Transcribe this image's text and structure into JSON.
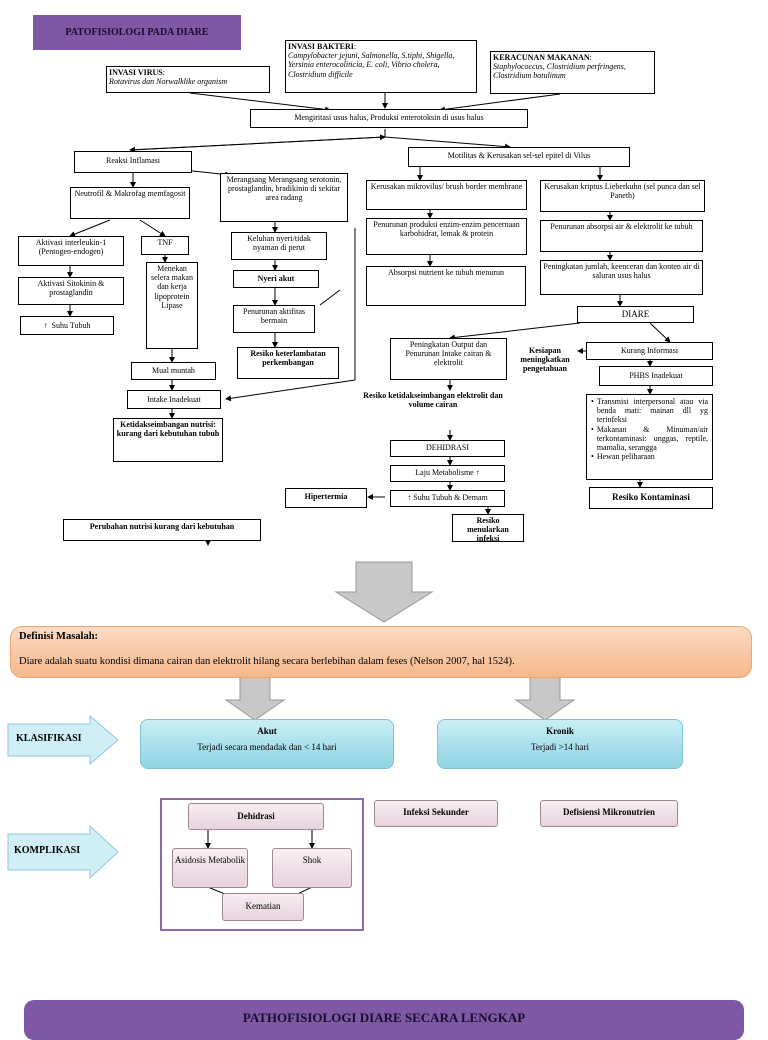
{
  "title": "PATOFISIOLOGI PADA DIARE",
  "causes": {
    "virus_title": "INVASI VIRUS",
    "virus_text": "Rotavirus dan Norwalklike organism",
    "bacteria_title": "INVASI BAKTERI",
    "bacteria_text": "Campylobacter jejuni, Salmonella, S.tiphi, Shigella, Yersinia enterocoliticia, E. coli, Vibrio cholera, Clostridium difficile",
    "poison_title": "KERACUNAN MAKANAN",
    "poison_text": "Staphylococcus, Clostridium perfringens, Clostridium botulinum"
  },
  "flow": {
    "iritasi": "Mengiritasi usus halus, Produksi enterotoksin di usus halus",
    "reaksi": "Reaksi Inflamasi",
    "motilitas": "Motilitas & Kerusakan sel-sel epitel di Vilus",
    "neutrofil": "Neutrofil & Makrofag memfagosit",
    "merangsang": "Merangsang Merangsang serotonin, prostaglandin, bradikinin di sekitar area radang",
    "aktivasi_il": "Aktivasi interleukin-1 (Pentogen-endogen)",
    "tnf": "TNF",
    "aktivasi_sit": "Aktivasi Sitokinin & prostaglandin",
    "suhu": "Suhu Tubuh",
    "menekan": "Menekan selera makan dan kerja lipoprotein Lipase",
    "keluhan": "Keluhan nyeri/tidak nyaman di perut",
    "nyeri": "Nyeri akut",
    "penurunan_aktifitas": "Penurunan aktifitas bermain",
    "resiko_terlambat": "Resiko keterlambatan perkembangan",
    "mual": "Mual muntah",
    "intake": "Intake Inadekuat",
    "ketidakseimbangan_nutrisi": "Ketidakseimbangan nutrisi: kurang dari kebutuhan tubuh",
    "perubahan_nutrisi": "Perubahan nutrisi kurang dari kebutuhan",
    "kerusakan_mikro": "Kerusakan mikrovilus/ brush border membrane",
    "kerusakan_kriptus": "Kerusakan kriptus Lieberkuhn (sel punca dan sel Paneth)",
    "penurunan_enzim": "Penurunan produksi enzim-enzim pencernaan karbohidrat, lemak & protein",
    "penurunan_absorpsi": "Penurunan absorpsi air & elektrolit ke tubuh",
    "absorpsi_nutrient": "Absorpsi nutrient ke tubuh menurun",
    "peningkatan_jumlah": "Peningkatan jumlah, keenceran dan konten air di saluran usus halus",
    "diare": "DIARE",
    "peningkatan_output": "Peningkatan Output dan Penurunan Intake cairan & elektrolit",
    "kesiapan": "Kesiapan meningkatkan pengetahuan",
    "kurang_info": "Kurang Informasi",
    "phbs": "PHBS Inadekuat",
    "resiko_elektrolit": "Resiko ketidakseimbangan elektrolit dan volume cairan",
    "dehidrasi": "DEHIDRASI",
    "laju": "Laju Metabolisme",
    "suhu_demam": "Suhu Tubuh & Demam",
    "hipertermia": "Hipertermia",
    "resiko_infeksi": "Resiko menularkan infeksi",
    "resiko_kontaminasi": "Resiko Kontaminasi",
    "bullets": [
      "Transmisi interpersonal atau via benda mati: mainan dll yg terinfeksi",
      "Makanan & Minuman/air terkontaminasi: unggas, reptile, mamalia, serangga",
      "Hewan peliharaan"
    ]
  },
  "definition": {
    "heading": "Definisi Masalah:",
    "text": "Diare adalah suatu kondisi dimana cairan dan elektrolit hilang secara berlebihan dalam feses (Nelson 2007, hal 1524)."
  },
  "klasifikasi": {
    "label": "KLASIFIKASI",
    "akut_title": "Akut",
    "akut_text": "Terjadi secara mendadak dan < 14 hari",
    "kronik_title": "Kronik",
    "kronik_text": "Terjadi >14 hari"
  },
  "komplikasi": {
    "label": "KOMPLIKASI",
    "dehidrasi": "Dehidrasi",
    "asidosis": "Asidosis Metabolik",
    "shok": "Shok",
    "kematian": "Kematian",
    "infeksi": "Infeksi Sekunder",
    "defisiensi": "Defisiensi Mikronutrien"
  },
  "footer": "PATHOFISIOLOGI DIARE SECARA LENGKAP"
}
